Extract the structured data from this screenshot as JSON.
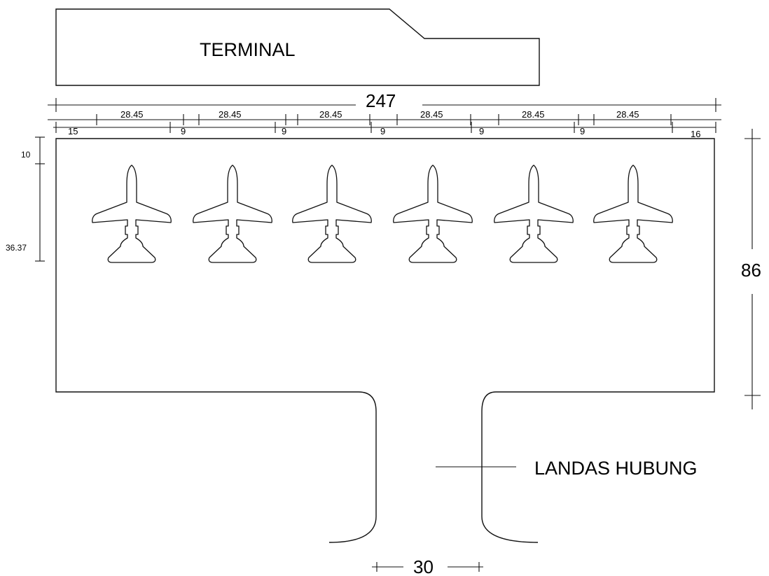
{
  "labels": {
    "terminal": "TERMINAL",
    "taxiway": "LANDAS HUBUNG"
  },
  "dimensions": {
    "total_width": "247",
    "apron_depth": "86",
    "taxiway_width": "30",
    "top_margin": "10",
    "aircraft_length": "36.37",
    "stand_width": "28.45",
    "left_clearance": "15",
    "aircraft_gap": "9",
    "right_clearance": "16"
  },
  "stands": [
    {
      "width": "28.45",
      "gap_after": "9"
    },
    {
      "width": "28.45",
      "gap_after": "9"
    },
    {
      "width": "28.45",
      "gap_after": "9"
    },
    {
      "width": "28.45",
      "gap_after": "9"
    },
    {
      "width": "28.45",
      "gap_after": "9"
    },
    {
      "width": "28.45",
      "gap_after": ""
    }
  ],
  "aircraft_count": 6,
  "icons": {
    "aircraft": "airplane-icon"
  }
}
